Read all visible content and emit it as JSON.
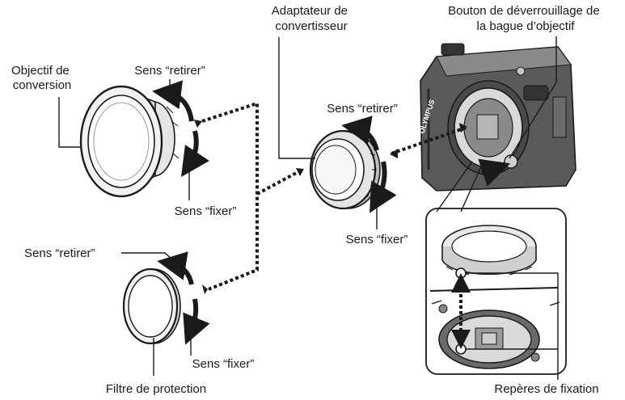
{
  "labels": {
    "conversion_lens": [
      "Objectif de",
      "conversion"
    ],
    "lens_remove": "Sens “retirer”",
    "lens_attach": "Sens “fixer”",
    "adapter": [
      "Adaptateur de",
      "convertisseur"
    ],
    "adapter_remove": "Sens “retirer”",
    "adapter_attach": "Sens “fixer”",
    "release_button": [
      "Bouton de déverrouillage de",
      "la bague d’objectif"
    ],
    "filter_remove": "Sens “retirer”",
    "filter_attach": "Sens “fixer”",
    "protection_filter": "Filtre de protection",
    "mount_marks": "Repères de fixation"
  },
  "camera_brand": "OLYMPUS"
}
